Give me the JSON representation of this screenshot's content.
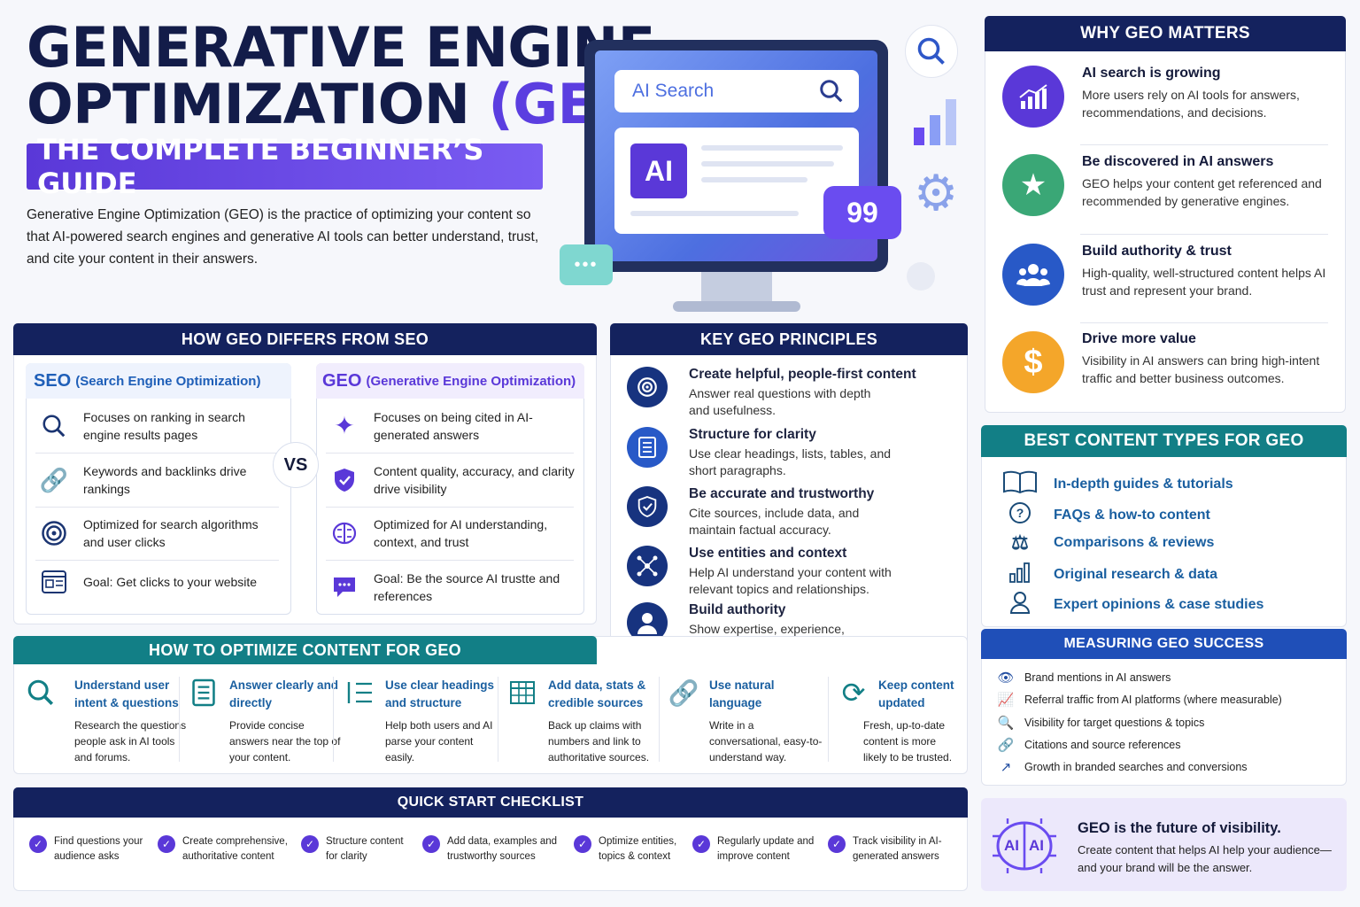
{
  "header": {
    "title_line1": "GENERATIVE ENGINE",
    "title_line2_prefix": "OPTIMIZATION",
    "title_line2_geo": "(GEO):",
    "subtitle": "THE COMPLETE BEGINNER’S GUIDE",
    "intro": "Generative Engine Optimization (GEO) is the practice of optimizing your content so that AI-powered search engines and generative AI tools can better understand, trust, and cite your content in their answers."
  },
  "hero": {
    "search_placeholder": "AI Search",
    "ai_badge": "AI",
    "quote_glyph": "99",
    "bubble_dots": "•••"
  },
  "why": {
    "title": "WHY GEO MATTERS",
    "items": [
      {
        "title": "AI search is growing",
        "text": "More users rely on AI tools for answers, recommendations, and decisions.",
        "icon": "chart-growth-icon",
        "color": "#5a38d8"
      },
      {
        "title": "Be discovered in AI answers",
        "text": "GEO helps your content get referenced and recommended by generative engines.",
        "icon": "star-icon",
        "color": "#3aa776"
      },
      {
        "title": "Build authority & trust",
        "text": "High-quality, well-structured content helps AI trust and represent your brand.",
        "icon": "people-icon",
        "color": "#2859c7"
      },
      {
        "title": "Drive more value",
        "text": "Visibility in AI answers can bring high-intent traffic and better business outcomes.",
        "icon": "dollar-icon",
        "color": "#f4a62a"
      }
    ]
  },
  "compare": {
    "title": "HOW GEO DIFFERS FROM SEO",
    "seo_abbr": "SEO",
    "seo_full": "(Search Engine Optimization)",
    "geo_abbr": "GEO",
    "geo_full": "(Generative Engine Optimization)",
    "vs": "VS",
    "seo_rows": [
      "Focuses on ranking in search engine results pages",
      "Keywords and backlinks drive rankings",
      "Optimized for search algorithms and user clicks",
      "Goal: Get clicks to your website"
    ],
    "geo_rows": [
      "Focuses on being cited in AI-generated answers",
      "Content quality, accuracy, and clarity drive visibility",
      "Optimized for AI understanding, context, and trust",
      "Goal: Be the source AI trustte and references"
    ]
  },
  "principles": {
    "title": "KEY GEO PRINCIPLES",
    "items": [
      {
        "title": "Create helpful, people-first content",
        "text": "Answer real questions with depth and usefulness."
      },
      {
        "title": "Structure for clarity",
        "text": "Use clear headings, lists, tables, and short paragraphs."
      },
      {
        "title": "Be accurate and trustworthy",
        "text": "Cite sources, include data, and maintain factual accuracy."
      },
      {
        "title": "Use entities and context",
        "text": "Help AI understand your content with relevant topics and relationships."
      },
      {
        "title": "Build authority",
        "text": "Show expertise, experience, and real-world insights."
      }
    ]
  },
  "content_types": {
    "title": "BEST CONTENT TYPES FOR GEO",
    "items": [
      "In-depth guides & tutorials",
      "FAQs & how-to content",
      "Comparisons & reviews",
      "Original research & data",
      "Expert opinions & case studies"
    ]
  },
  "measuring": {
    "title": "MEASURING GEO SUCCESS",
    "items": [
      "Brand mentions in AI answers",
      "Referral traffic from AI platforms (where measurable)",
      "Visibility for target questions & topics",
      "Citations and source references",
      "Growth in branded searches and conversions"
    ]
  },
  "optimize": {
    "title": "HOW TO OPTIMIZE CONTENT FOR GEO",
    "items": [
      {
        "title": "Understand user intent & questions",
        "text": "Research the questions people ask in AI tools and forums."
      },
      {
        "title": "Answer clearly and directly",
        "text": "Provide concise answers near the top of your content."
      },
      {
        "title": "Use clear headings and structure",
        "text": "Help both users and AI parse your content easily."
      },
      {
        "title": "Add data, stats & credible sources",
        "text": "Back up claims with numbers and link to authoritative sources."
      },
      {
        "title": "Use natural language",
        "text": "Write in a conversational, easy-to-understand way."
      },
      {
        "title": "Keep content updated",
        "text": "Fresh, up-to-date content is more likely to be trusted."
      }
    ]
  },
  "checklist": {
    "title": "QUICK START CHECKLIST",
    "items": [
      "Find questions your audience asks",
      "Create comprehensive, authoritative content",
      "Structure content for clarity",
      "Add data, examples and trustworthy sources",
      "Optimize entities, topics & context",
      "Regularly update and improve content",
      "Track visibility in AI-generated answers"
    ]
  },
  "footer": {
    "brain_text": "AI",
    "title": "GEO is the future of visibility.",
    "text": "Create content that helps AI help your audience—and your brand will be the answer."
  },
  "colors": {
    "navy": "#14225e",
    "teal": "#127f86",
    "purple": "#5a38d8"
  }
}
